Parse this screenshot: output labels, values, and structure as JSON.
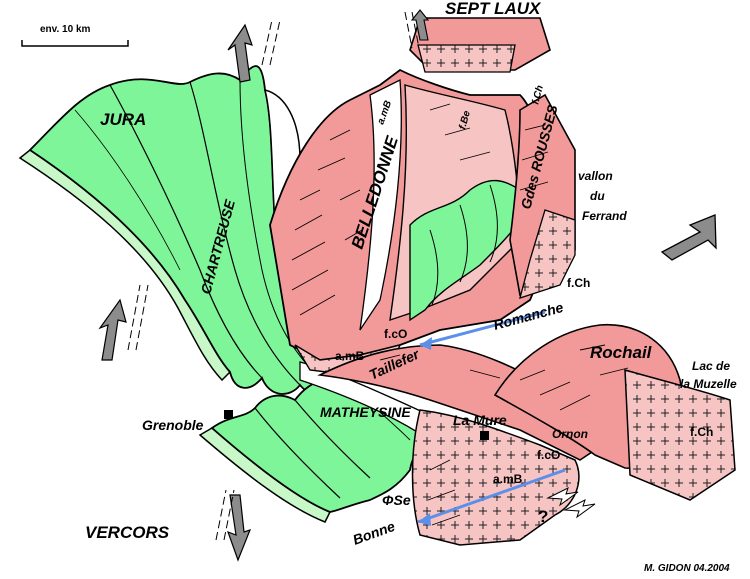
{
  "scale_bar": "env. 10 km",
  "signature": "M. GIDON 04.2004",
  "massifs": {
    "jura": "JURA",
    "chartreuse": "CHARTREUSE",
    "vercors": "VERCORS",
    "matheysine": "MATHEYSINE",
    "belledonne": "BELLEDONNE",
    "sept_laux": "SEPT LAUX",
    "grandes_rousses": "Gdes ROUSSES",
    "taillefer": "Taillefer",
    "rochail": "Rochail"
  },
  "places": {
    "grenoble": "Grenoble",
    "la_mure": "La Mure",
    "vallon_line1": "vallon",
    "vallon_line2": "du",
    "vallon_line3": "Ferrand",
    "lac_line1": "Lac de",
    "lac_line2": "la Muzelle"
  },
  "rivers": {
    "romanche": "Romanche",
    "bonne": "Bonne",
    "ornon": "Ornon"
  },
  "fault_labels": {
    "amb_top": "a.mB",
    "fbe": "f.Be",
    "fch_top": "f.Ch",
    "fch_rousses": "f.Ch",
    "fco_romanche": "f.cO",
    "amb_mid": "a.mB",
    "fco_ornon": "f.cO",
    "amb_low": "a.mB",
    "phi_se": "ΦSe",
    "fch_muzelle": "f.Ch",
    "question": "?"
  },
  "colors": {
    "sediment_green": "#7ff59a",
    "crystalline_pink": "#f29a9a",
    "crystalline_light": "#f7c4c4",
    "river_blue": "#5b8fe8",
    "arrow_grey": "#8c8c8c"
  }
}
